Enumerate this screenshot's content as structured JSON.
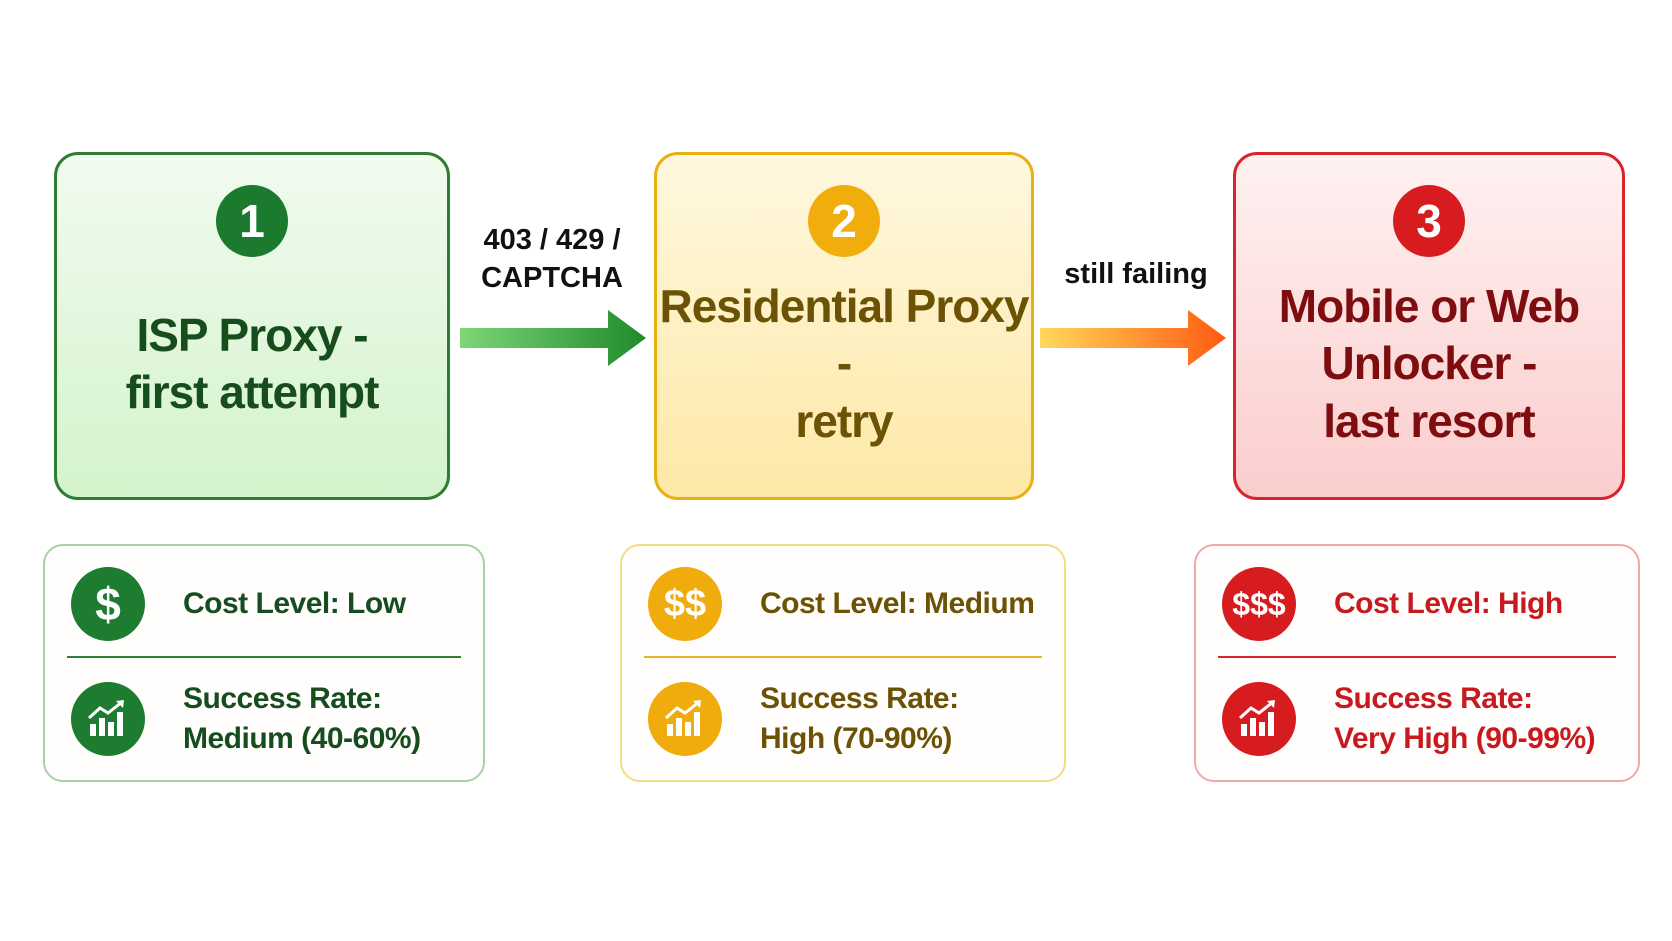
{
  "stages": [
    {
      "number": "1",
      "title_line1": "ISP Proxy -",
      "title_line2": "first attempt",
      "title_line3": "",
      "color": "#2e7d32"
    },
    {
      "number": "2",
      "title_line1": "Residential Proxy -",
      "title_line2": "retry",
      "title_line3": "",
      "color": "#f0ad0b"
    },
    {
      "number": "3",
      "title_line1": "Mobile or Web",
      "title_line2": "Unlocker -",
      "title_line3": "last resort",
      "color": "#d71c20"
    }
  ],
  "arrows": [
    {
      "label_line1": "403 / 429 /",
      "label_line2": "CAPTCHA"
    },
    {
      "label_line1": "still failing",
      "label_line2": ""
    }
  ],
  "info": [
    {
      "cost_icon": "$",
      "cost": "Cost Level: Low",
      "rate_line1": "Success Rate:",
      "rate_line2": "Medium (40-60%)"
    },
    {
      "cost_icon": "$$",
      "cost": "Cost Level: Medium",
      "rate_line1": "Success Rate:",
      "rate_line2": "High (70-90%)"
    },
    {
      "cost_icon": "$$$",
      "cost": "Cost Level: High",
      "rate_line1": "Success Rate:",
      "rate_line2": "Very High (90-99%)"
    }
  ]
}
